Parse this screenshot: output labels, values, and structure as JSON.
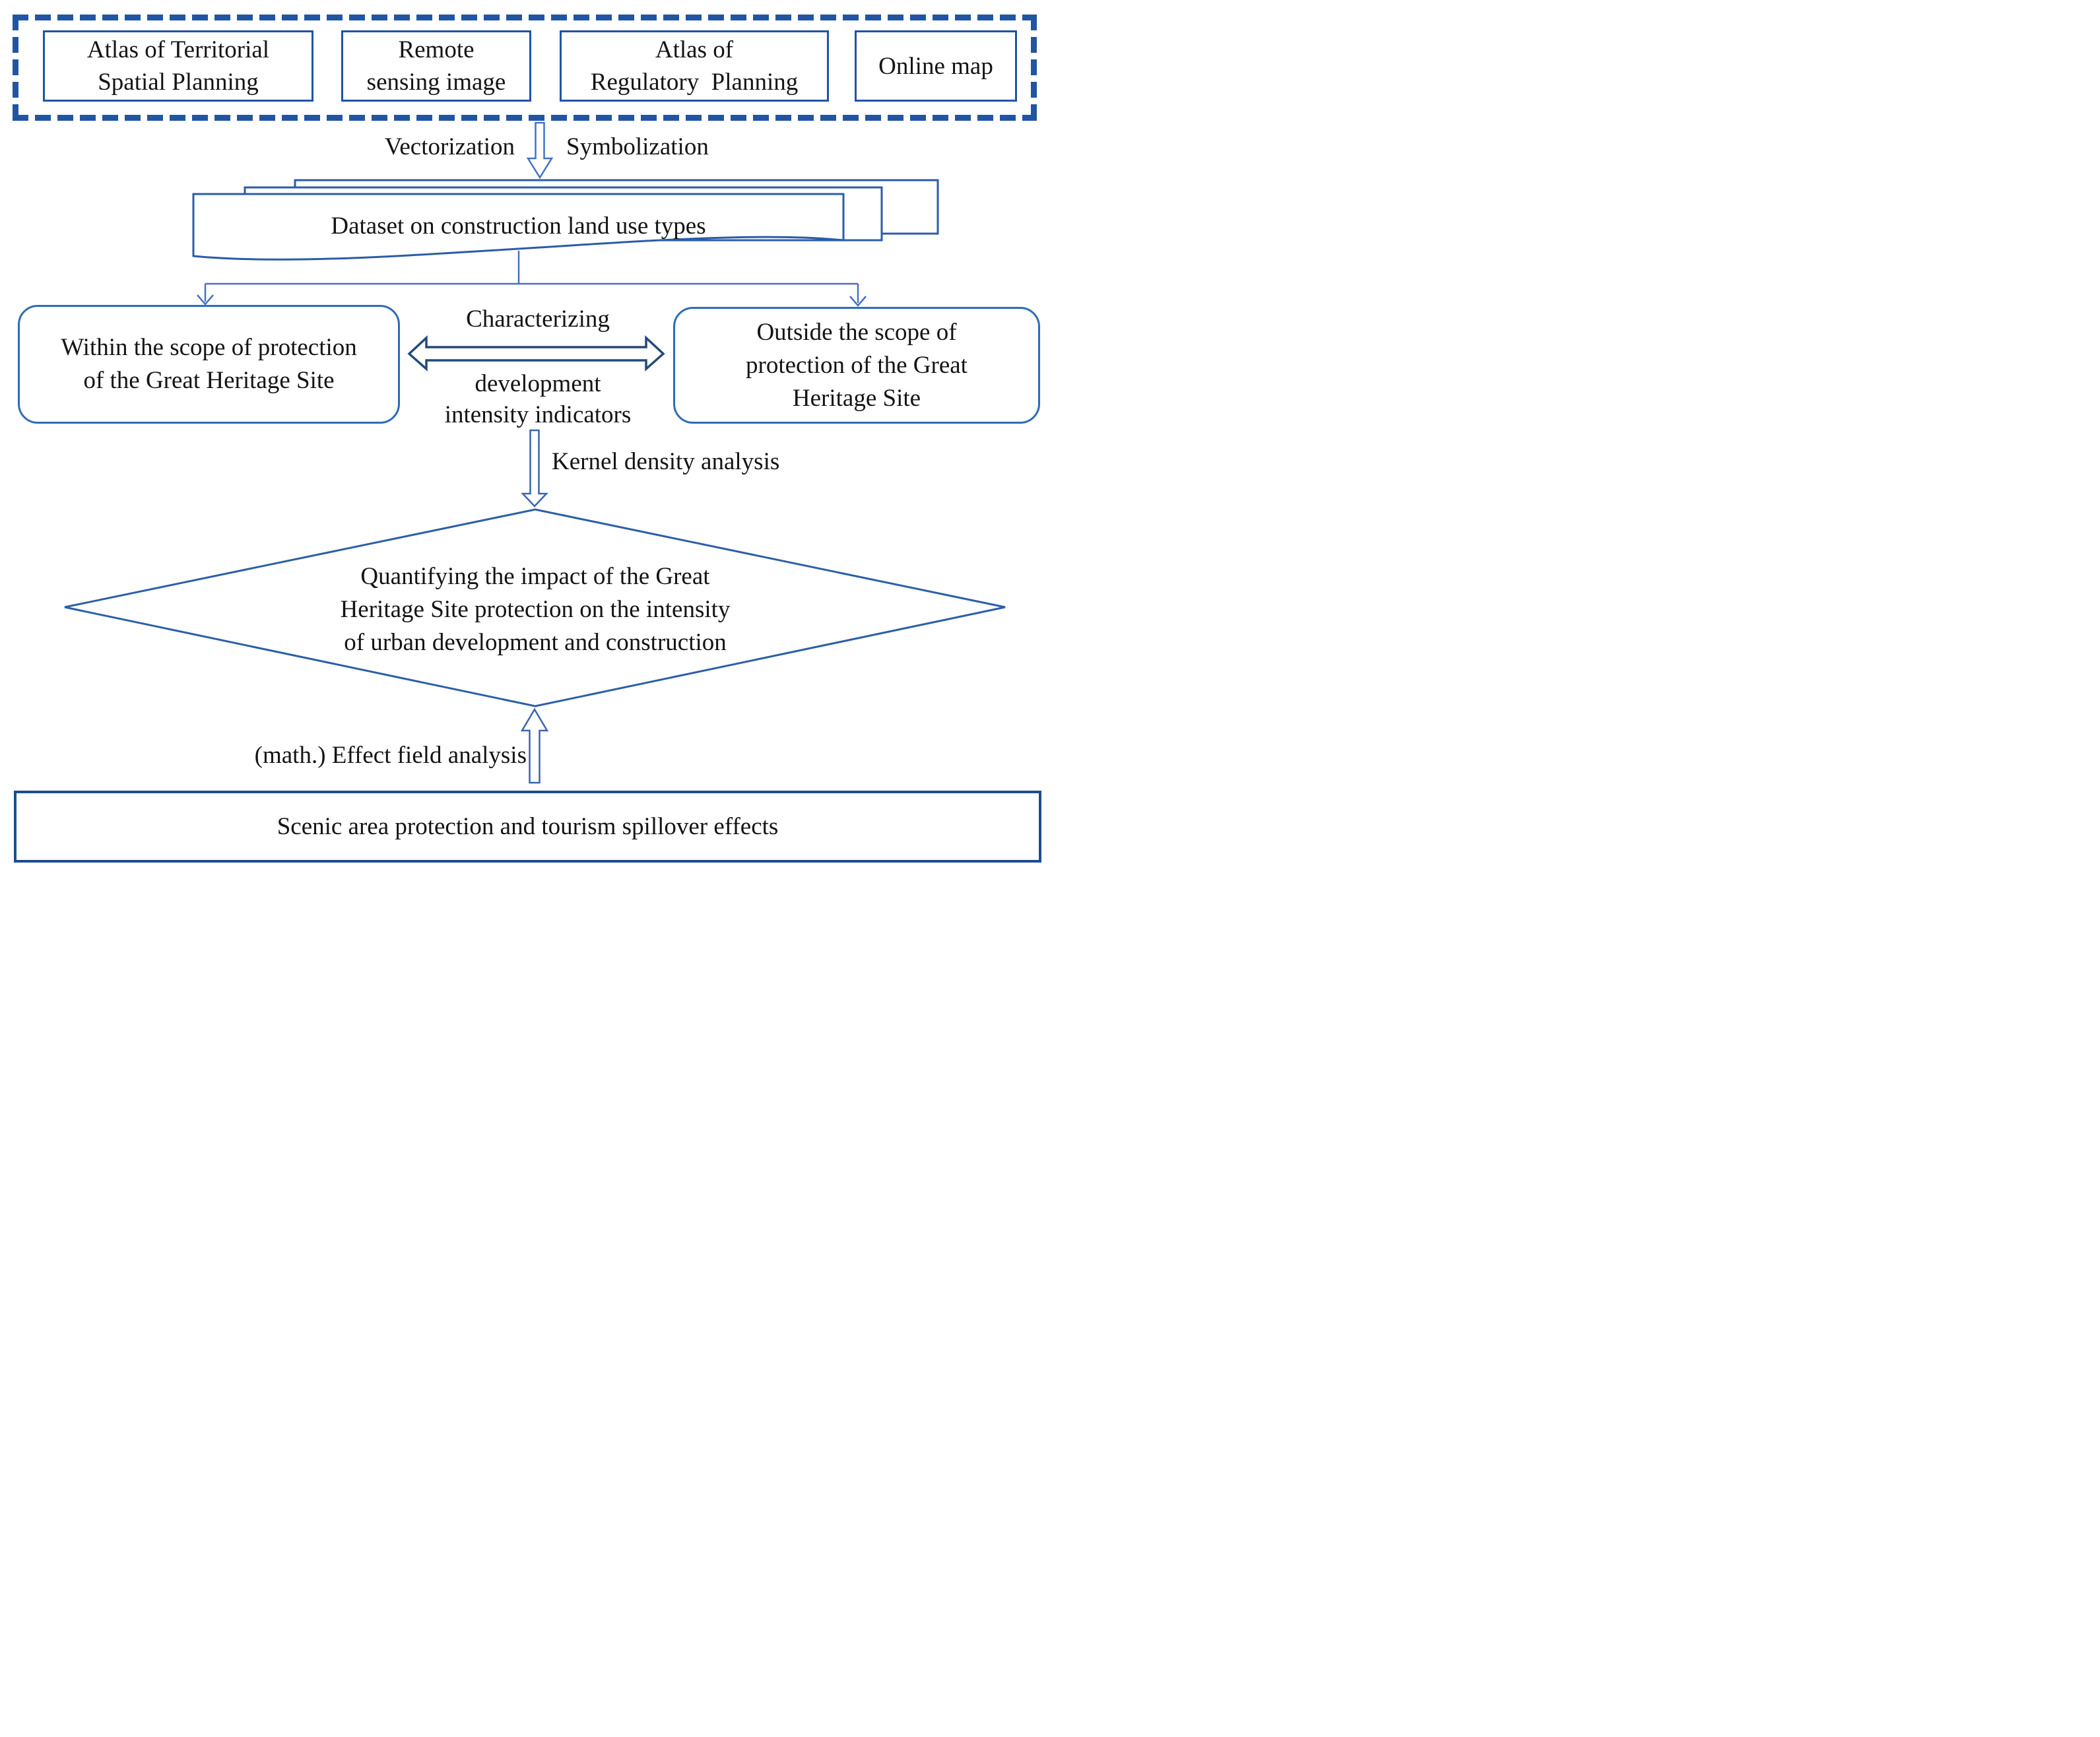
{
  "palette": {
    "dash_blue": "#2155A3",
    "box_border_blue": "#1F55A4",
    "doc_border_blue": "#2B5CA8",
    "round_border_blue": "#2E6CB5",
    "diamond_blue": "#2D5FA7",
    "connector_blue": "#4472C4",
    "arrow_blue": "#3A66AE",
    "double_arrow_blue": "#24497A",
    "text_color": "#141414"
  },
  "sources": {
    "boxes": [
      {
        "lines": [
          "Atlas of Territorial",
          "Spatial Planning"
        ]
      },
      {
        "lines": [
          "Remote",
          "sensing image"
        ]
      },
      {
        "lines": [
          "Atlas of",
          "Regulatory  Planning"
        ]
      },
      {
        "lines": [
          "Online map"
        ]
      }
    ]
  },
  "labels": {
    "vectorization": "Vectorization",
    "symbolization": "Symbolization",
    "characterizing": "Characterizing",
    "development_lines": [
      "development",
      "intensity indicators"
    ],
    "kernel": "Kernel density analysis",
    "effect_field": "(math.) Effect field analysis"
  },
  "dataset": {
    "label": "Dataset on construction land use types"
  },
  "within_box": {
    "lines": [
      "Within the scope of protection",
      "of the Great Heritage Site"
    ]
  },
  "outside_box": {
    "lines": [
      "Outside the scope of",
      "protection of the Great",
      "Heritage Site"
    ]
  },
  "diamond": {
    "lines": [
      "Quantifying the impact of the Great",
      "Heritage Site protection on the intensity",
      "of urban development and construction"
    ]
  },
  "bottom_box": {
    "label": "Scenic area protection and tourism spillover effects"
  }
}
